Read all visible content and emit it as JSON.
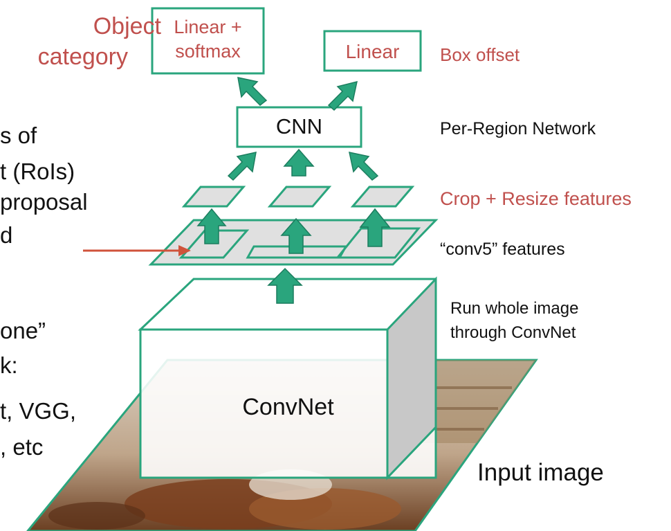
{
  "colors": {
    "accent_green": "#2aa57d",
    "label_red": "#c0504d",
    "plane_fill": "#e0e0e0",
    "box_side": "#c8c8c8",
    "arrow_red": "#d0533b"
  },
  "left_text": {
    "object_category": [
      "Object",
      "category"
    ],
    "lines": [
      "s of",
      "t (RoIs)",
      " proposal",
      "d",
      "one”",
      "k:",
      "t, VGG,",
      ", etc"
    ]
  },
  "head": {
    "linear_softmax": [
      "Linear +",
      "softmax"
    ],
    "linear": "Linear",
    "box_offset": "Box offset",
    "cnn": "CNN",
    "per_region": "Per-Region Network"
  },
  "features": {
    "crop_resize": "Crop + Resize features",
    "conv5": "“conv5” features"
  },
  "backbone": {
    "run_whole": [
      "Run whole image",
      "through ConvNet"
    ],
    "convnet": "ConvNet",
    "input_image": "Input image"
  }
}
